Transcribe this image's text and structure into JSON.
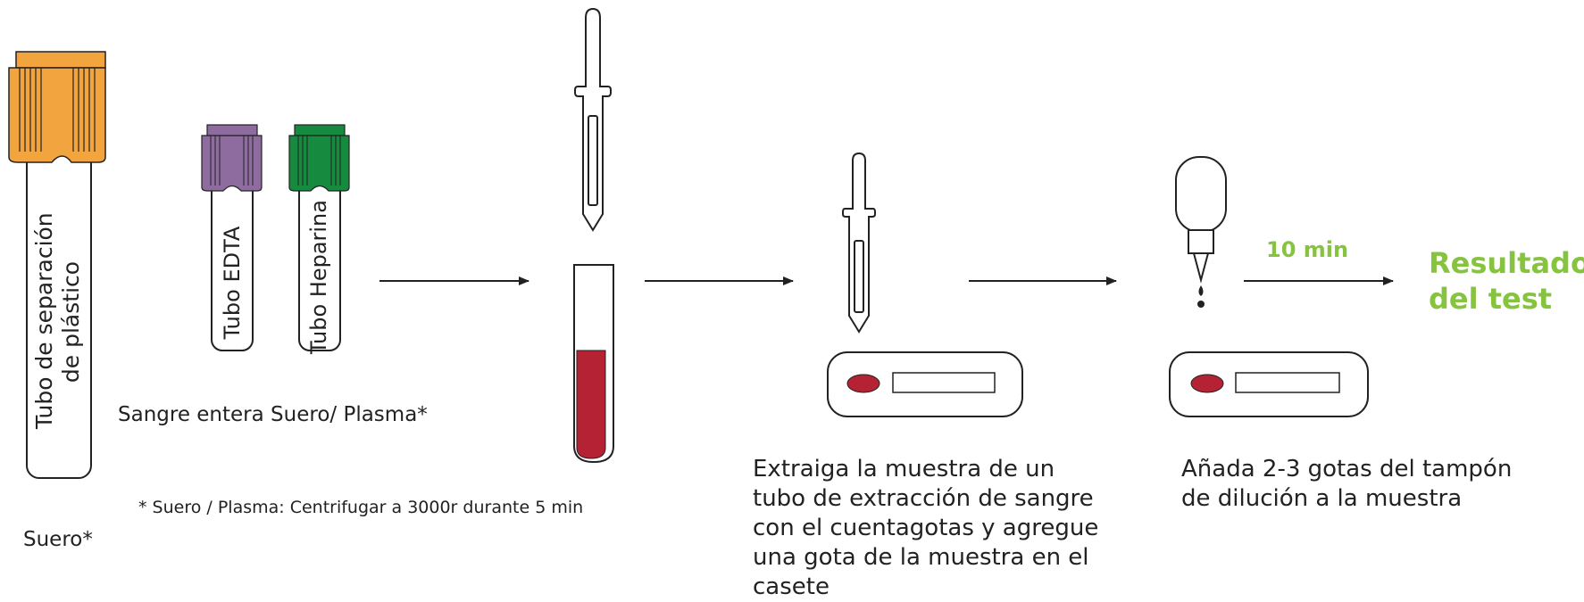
{
  "colors": {
    "orange_cap": "#f2a43f",
    "purple_cap": "#8e6c9f",
    "green_cap": "#168a3f",
    "blood": "#b52234",
    "result_green": "#86c440",
    "line": "#222222"
  },
  "tubes": {
    "separation_label": [
      "Tubo de separación",
      "de plástico"
    ],
    "edta_label": "Tubo EDTA",
    "heparin_label": "Tubo Heparina"
  },
  "captions": {
    "whole_blood": "Sangre entera Suero/ Plasma*",
    "serum": "Suero*",
    "centrifuge_note": "* Suero / Plasma: Centrifugar a 3000r durante 5 min"
  },
  "steps": {
    "extract_lines": [
      "Extraiga la muestra de un",
      "tubo de extracción de sangre",
      "con el cuentagotas y agregue",
      "una gota de la muestra en el",
      "casete"
    ],
    "buffer_lines": [
      "Añada 2-3 gotas del tampón",
      "de dilución a la muestra"
    ],
    "wait_time": "10 min",
    "result_lines": [
      "Resultado",
      "del test"
    ]
  },
  "icons": [
    "separation-tube-icon",
    "edta-tube-icon",
    "heparin-tube-icon",
    "dropper-icon",
    "blood-tube-icon",
    "cassette-icon",
    "buffer-bottle-icon",
    "arrow-icon"
  ]
}
